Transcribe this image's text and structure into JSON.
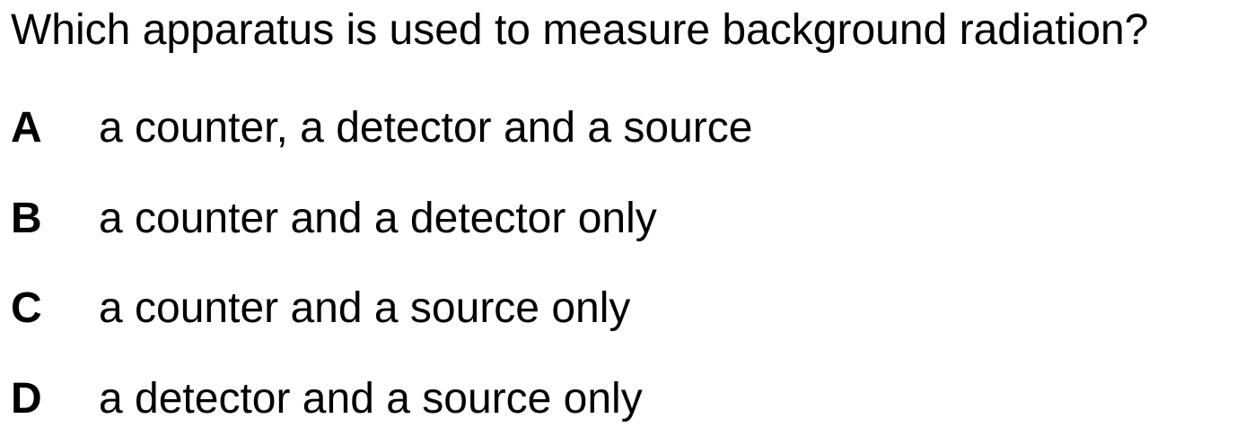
{
  "question": {
    "text": "Which apparatus is used to measure background radiation?"
  },
  "options": [
    {
      "letter": "A",
      "text": "a counter, a detector and a source"
    },
    {
      "letter": "B",
      "text": "a counter and a detector only"
    },
    {
      "letter": "C",
      "text": "a counter and a source only"
    },
    {
      "letter": "D",
      "text": "a detector and a source only"
    }
  ]
}
